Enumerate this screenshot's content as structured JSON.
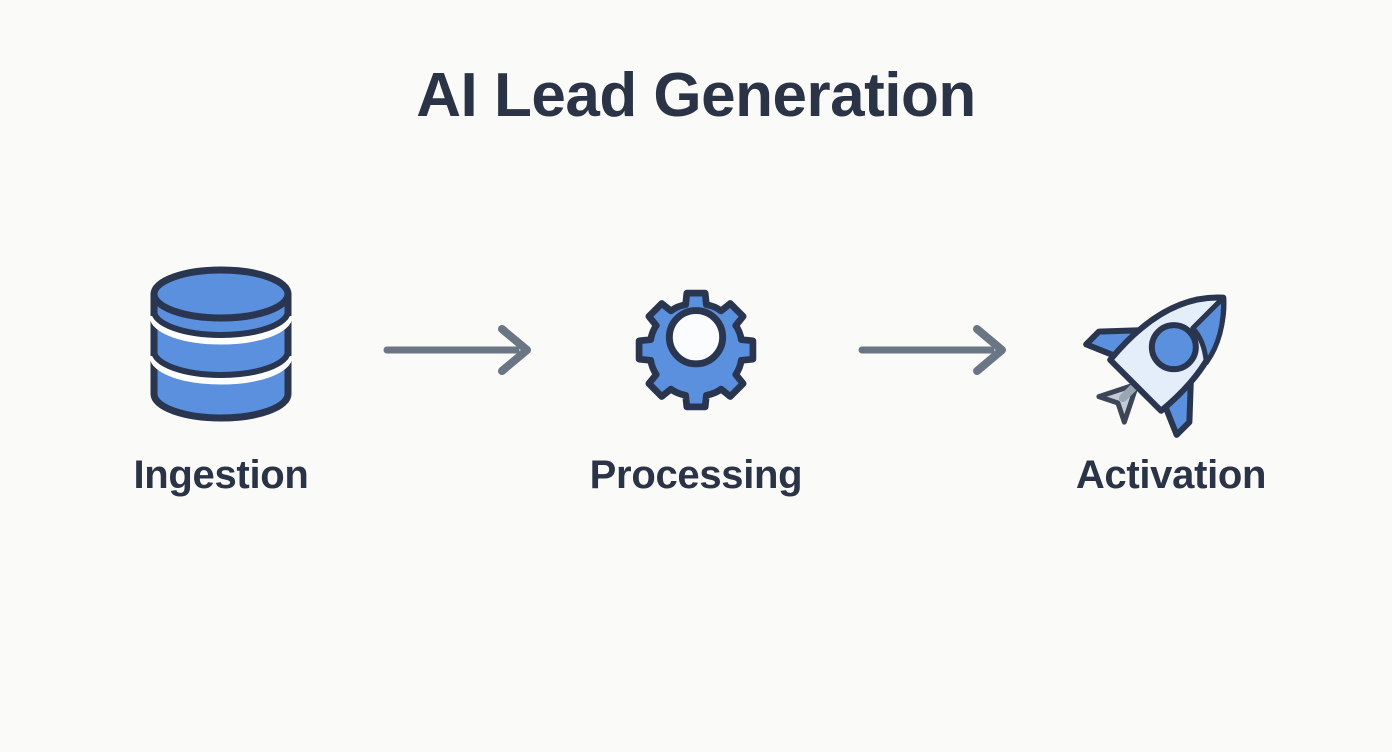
{
  "page": {
    "title": "AI Lead Generation",
    "background_color": "#fafaf9",
    "text_color": "#2a3446"
  },
  "palette": {
    "accent_blue": "#5a90dd",
    "accent_blue_light": "#7aaae8",
    "outline_navy": "#2a3550",
    "body_light": "#e4eefb",
    "white": "#ffffff",
    "arrow_gray": "#6b7685",
    "exhaust_gray": "#c3ccd6"
  },
  "flow": {
    "steps": [
      {
        "label": "Ingestion",
        "icon": "database-icon"
      },
      {
        "label": "Processing",
        "icon": "gear-icon"
      },
      {
        "label": "Activation",
        "icon": "rocket-icon"
      }
    ],
    "connectors": [
      {
        "icon": "arrow-right-icon"
      },
      {
        "icon": "arrow-right-icon"
      }
    ]
  },
  "chart_data": {
    "type": "diagram",
    "title": "AI Lead Generation",
    "layout": "horizontal-three-stage-flow",
    "nodes": [
      "Ingestion",
      "Processing",
      "Activation"
    ],
    "node_icons": [
      "database",
      "gear",
      "rocket"
    ],
    "edges": [
      {
        "from": "Ingestion",
        "to": "Processing",
        "style": "arrow-right"
      },
      {
        "from": "Processing",
        "to": "Activation",
        "style": "arrow-right"
      }
    ]
  }
}
